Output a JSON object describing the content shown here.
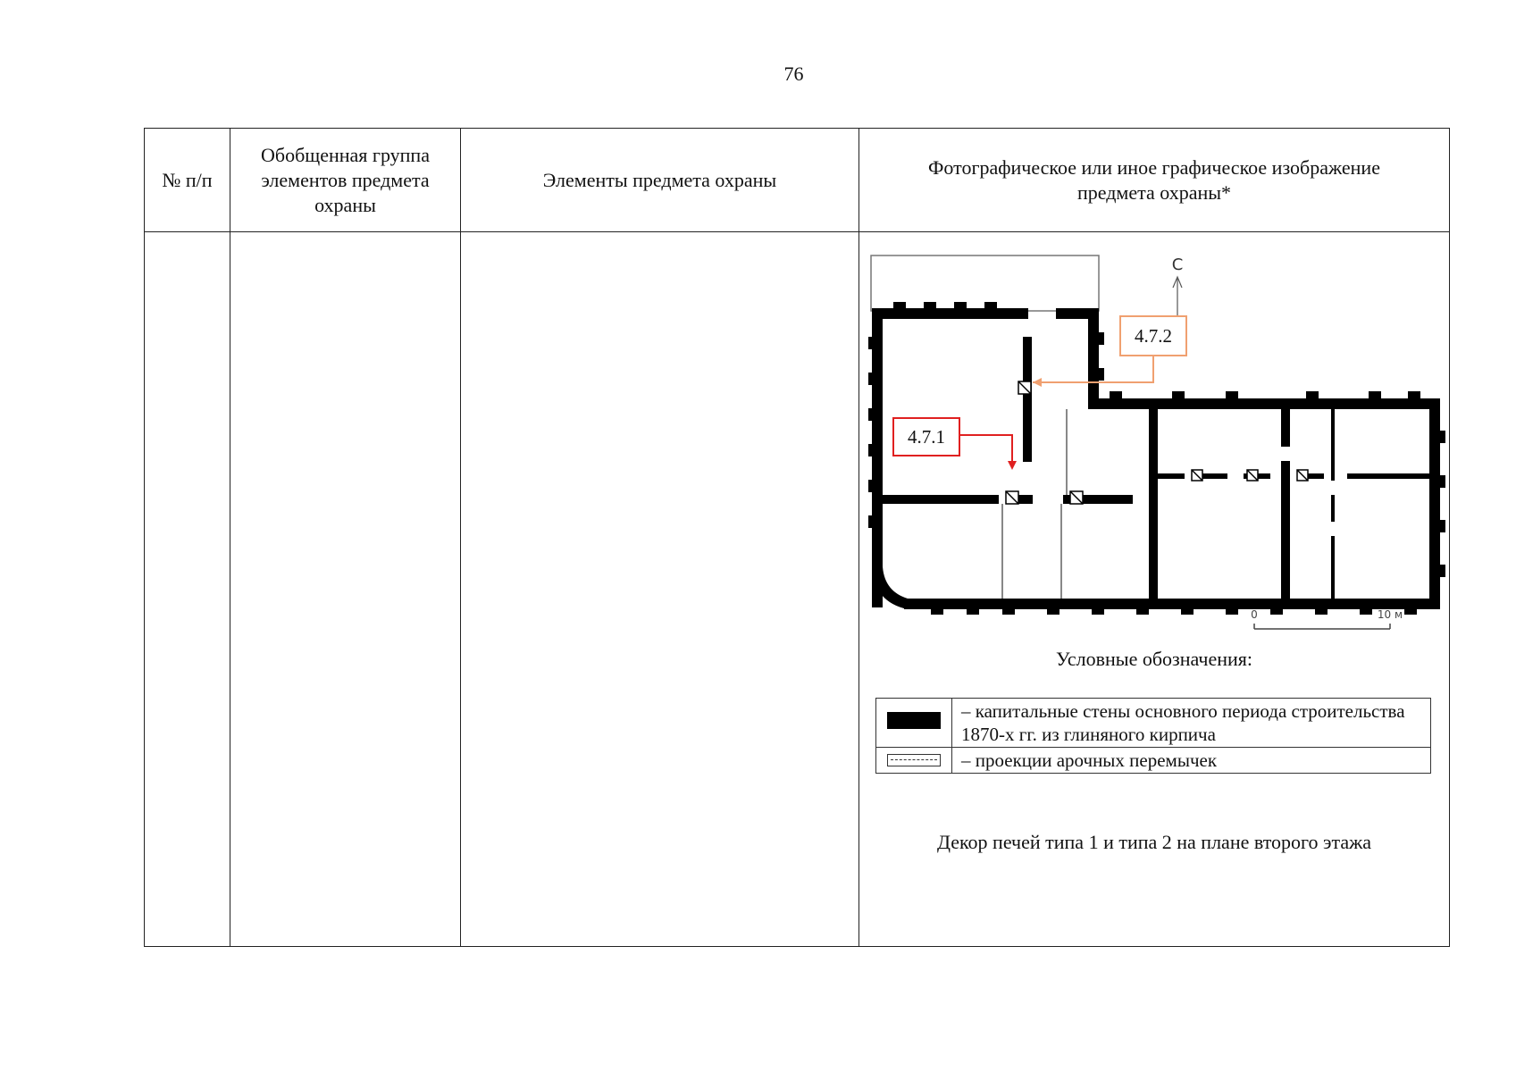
{
  "page_number": "76",
  "table": {
    "headers": [
      "№ п/п",
      "Обобщенная группа элементов предмета охраны",
      "Элементы предмета охраны",
      "Фотографическое или иное графическое изображение предмета охраны*"
    ],
    "row": {
      "num": "",
      "group": "",
      "elements": ""
    }
  },
  "plan": {
    "north_label": "С",
    "callouts": [
      {
        "label": "4.7.2",
        "color": "#f0a070"
      },
      {
        "label": "4.7.1",
        "color": "#e02020"
      }
    ],
    "scale": {
      "start": "0",
      "end": "10 м"
    }
  },
  "legend": {
    "title": "Условные обозначения:",
    "items": [
      {
        "symbol": "solid-wall-icon",
        "text": "– капитальные стены основного периода строительства 1870-х гг. из глиняного кирпича"
      },
      {
        "symbol": "dashed-arch-icon",
        "text": "– проекции арочных перемычек"
      }
    ]
  },
  "caption": "Декор печей типа 1 и типа 2 на плане второго этажа"
}
